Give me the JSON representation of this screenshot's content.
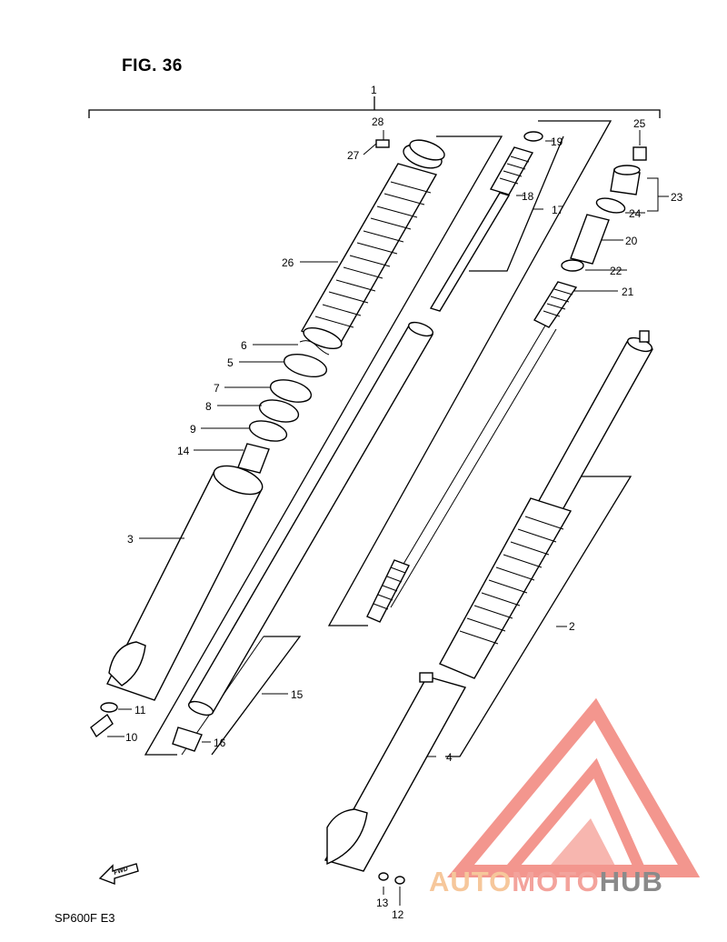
{
  "figure_title": "FIG. 36",
  "footer_code": "SP600F  E3",
  "fwd_label": "FWD",
  "watermark": {
    "part1": "AUTO",
    "part2": "MOTO",
    "part3": "HUB",
    "colors": {
      "auto": "#f6c79b",
      "moto": "#f3a39c",
      "hub": "#8a8a8a",
      "logo": "#f28b82"
    }
  },
  "callouts": [
    "1",
    "2",
    "3",
    "4",
    "5",
    "6",
    "7",
    "8",
    "9",
    "10",
    "11",
    "12",
    "13",
    "14",
    "15",
    "16",
    "17",
    "18",
    "19",
    "20",
    "21",
    "22",
    "23",
    "24",
    "25",
    "26",
    "27",
    "28"
  ]
}
